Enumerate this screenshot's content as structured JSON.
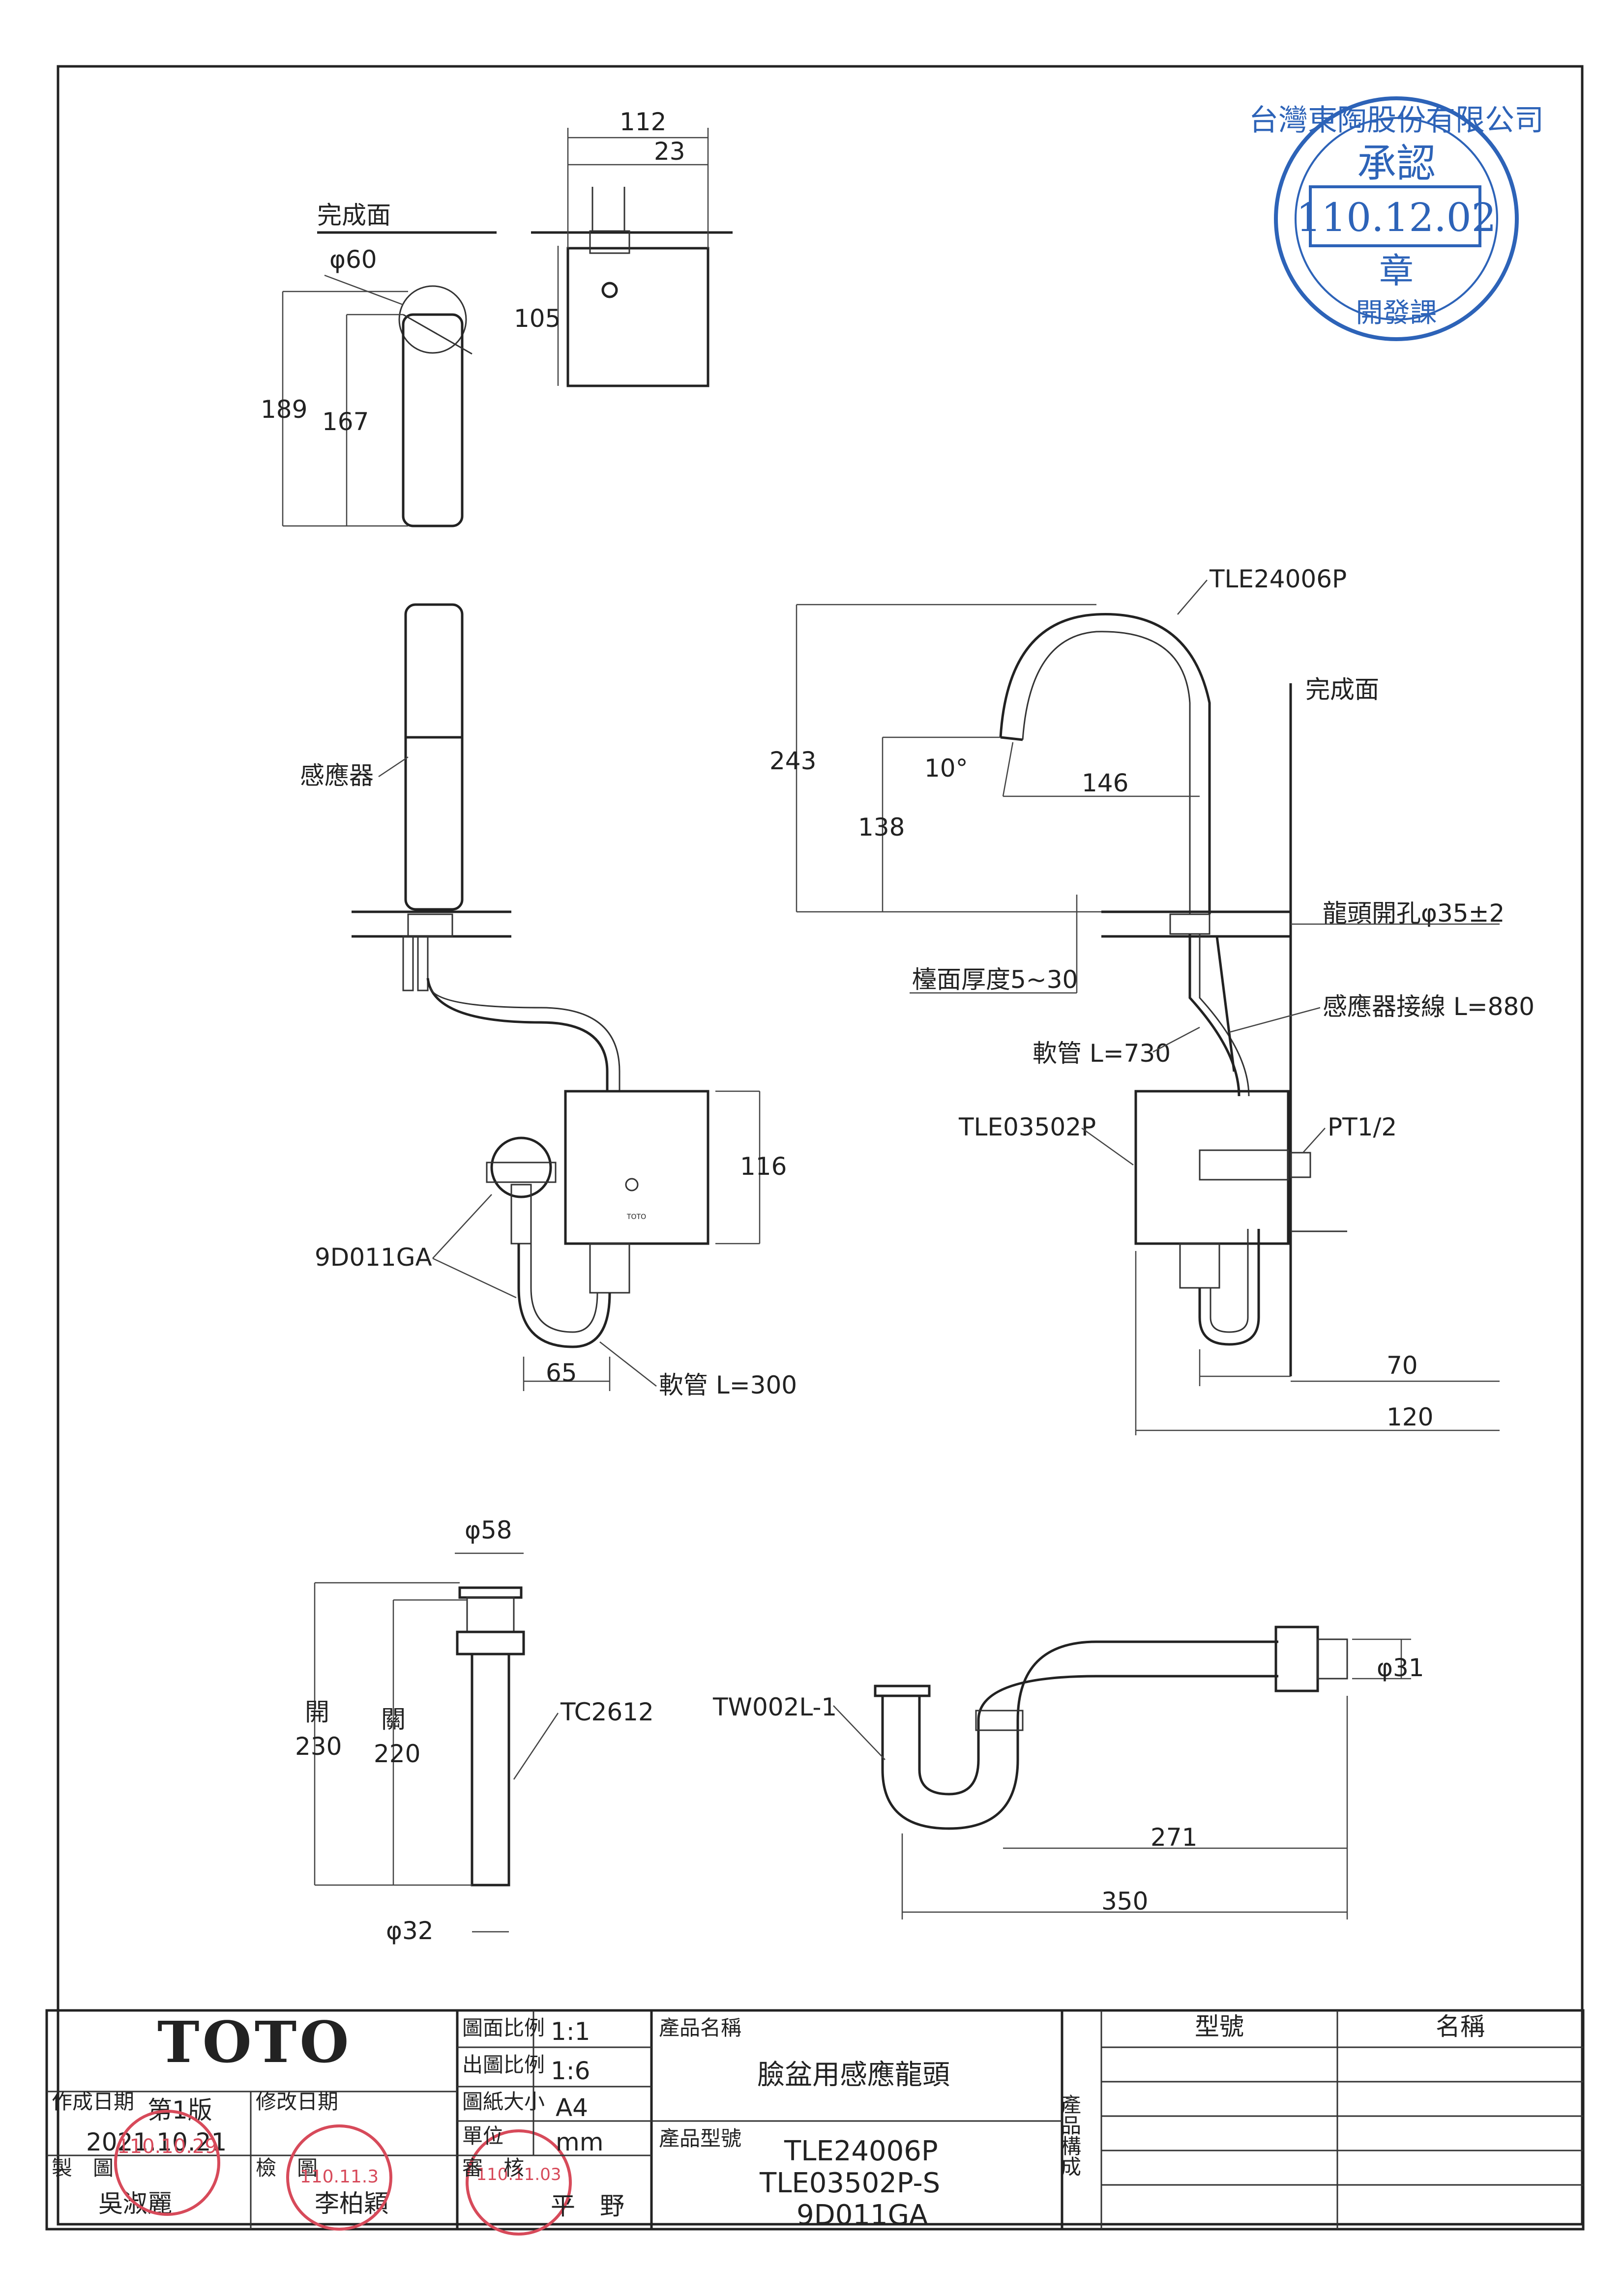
{
  "labels": {
    "finish_face_top": "完成面",
    "finish_face_right": "完成面",
    "sensor": "感應器",
    "faucet_model": "TLE24006P",
    "valve_model": "TLE03502P",
    "angle_valve_model": "9D011GA",
    "hole_spec": "龍頭開孔φ35±2",
    "counter_thickness": "檯面厚度5~30",
    "sensor_cable": "感應器接線 L=880",
    "hose_730": "軟管 L=730",
    "hose_300": "軟管 L=300",
    "pt_thread": "PT1/2",
    "drain_model": "TC2612",
    "trap_model": "TW002L-1",
    "open": "開",
    "closed": "關"
  },
  "dimensions": {
    "d112": "112",
    "d23": "23",
    "d60": "φ60",
    "d105": "105",
    "d189": "189",
    "d167": "167",
    "d243": "243",
    "d10deg": "10°",
    "d146": "146",
    "d138": "138",
    "d116": "116",
    "d65": "65",
    "d70": "70",
    "d120": "120",
    "d58": "φ58",
    "d230": "230",
    "d220": "220",
    "d32": "φ32",
    "d31": "φ31",
    "d271": "271",
    "d350": "350"
  },
  "stamp": {
    "company": "台灣東陶股份有限公司",
    "approval": "承認",
    "date": "110.12.02",
    "seal": "章",
    "dept": "開發課"
  },
  "title_block": {
    "brand": "TOTO",
    "scale_label": "圖面比例",
    "scale_value": "1:1",
    "print_scale_label": "出圖比例",
    "print_scale_value": "1:6",
    "paper_label": "圖紙大小",
    "paper_value": "A4",
    "unit_label": "單位",
    "unit_value": "mm",
    "product_name_label": "產品名稱",
    "product_name": "臉盆用感應龍頭",
    "product_model_label": "產品型號",
    "models": [
      "TLE24006P",
      "TLE03502P-S",
      "9D011GA"
    ],
    "created_label": "作成日期",
    "version": "第1版",
    "revised_label": "修改日期",
    "created_date": "2021.10.21",
    "drawn_label": "製　圖",
    "drawn_by": "吳淑麗",
    "check_label": "檢　圖",
    "checked_by": "李柏穎",
    "review_label": "審　核",
    "reviewed_by": "平　野",
    "composition_label": "產品構成",
    "model_col": "型號",
    "name_col": "名稱",
    "stamp_drawn_date": "110.10.29",
    "stamp_check_date": "110.11.3",
    "stamp_review_date": "110.11.03"
  }
}
